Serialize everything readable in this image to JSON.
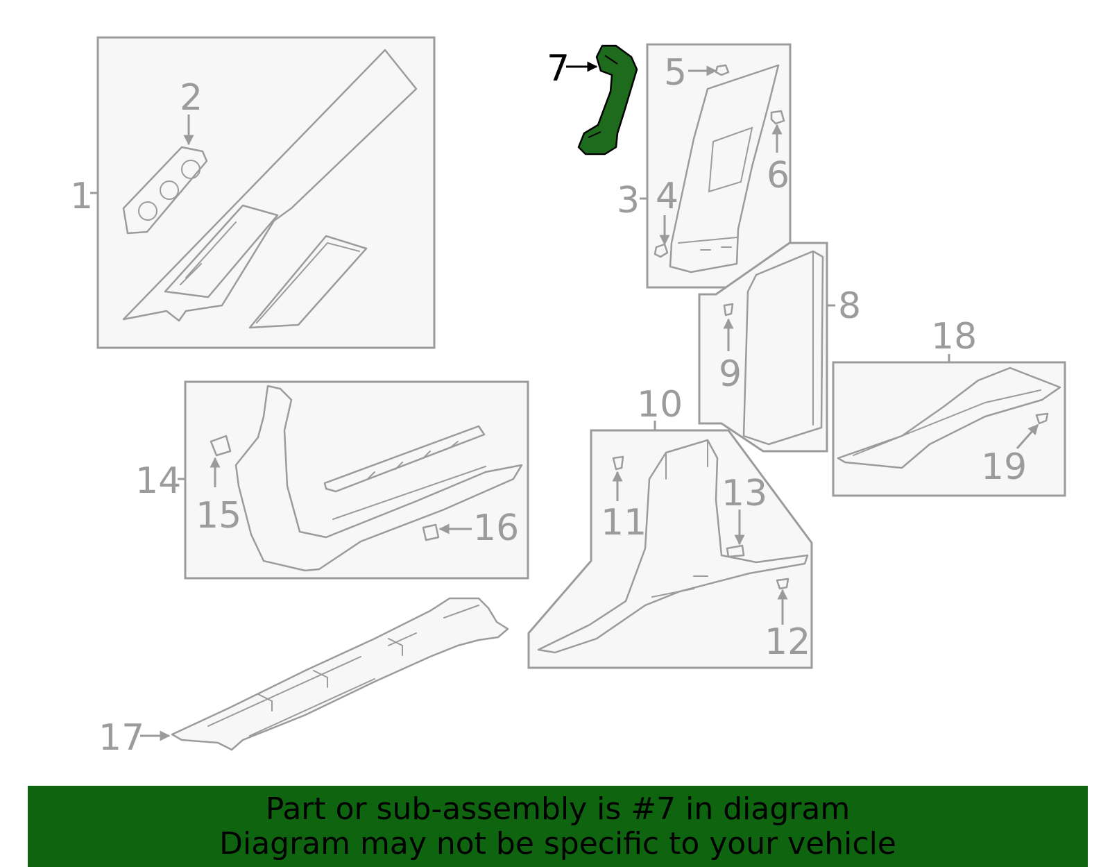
{
  "banner": {
    "line1": "Part or sub-assembly is #7 in diagram",
    "line2": "Diagram may not be specific to your vehicle"
  },
  "highlight_color": "#1e6b1e",
  "banner_color": "#0f640f",
  "selected_part": "7",
  "callouts": {
    "p1": "1",
    "p2": "2",
    "p3": "3",
    "p4": "4",
    "p5": "5",
    "p6": "6",
    "p7": "7",
    "p8": "8",
    "p9": "9",
    "p10": "10",
    "p11": "11",
    "p12": "12",
    "p13": "13",
    "p14": "14",
    "p15": "15",
    "p16": "16",
    "p17": "17",
    "p18": "18",
    "p19": "19"
  }
}
